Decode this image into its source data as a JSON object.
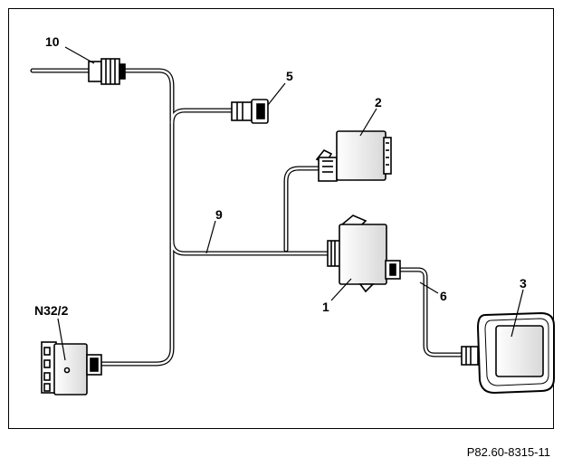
{
  "figure_reference": "P82.60-8315-11",
  "callouts": {
    "c1": "1",
    "c2": "2",
    "c3": "3",
    "c5": "5",
    "c6": "6",
    "c9": "9",
    "c10": "10",
    "n32": "N32/2"
  }
}
